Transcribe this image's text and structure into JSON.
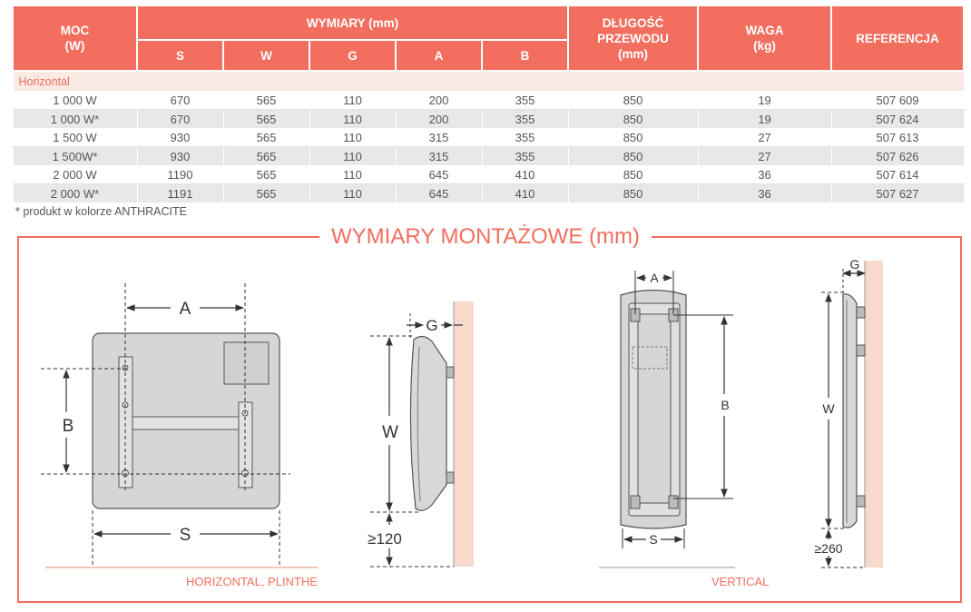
{
  "table": {
    "headers": {
      "power": [
        "MOC",
        "(W)"
      ],
      "dimensions": "WYMIARY (mm)",
      "cable": [
        "DŁUGOŚĆ",
        "PRZEWODU",
        "(mm)"
      ],
      "weight": [
        "WAGA",
        "(kg)"
      ],
      "reference": "REFERENCJA",
      "sub": [
        "S",
        "W",
        "G",
        "A",
        "B"
      ]
    },
    "group_label": "Horizontal",
    "rows": [
      {
        "power": "1 000 W",
        "S": "670",
        "W": "565",
        "G": "110",
        "A": "200",
        "B": "355",
        "cable": "850",
        "weight": "19",
        "ref": "507 609"
      },
      {
        "power": "1 000 W*",
        "S": "670",
        "W": "565",
        "G": "110",
        "A": "200",
        "B": "355",
        "cable": "850",
        "weight": "19",
        "ref": "507 624"
      },
      {
        "power": "1 500 W",
        "S": "930",
        "W": "565",
        "G": "110",
        "A": "315",
        "B": "355",
        "cable": "850",
        "weight": "27",
        "ref": "507 613"
      },
      {
        "power": "1 500W*",
        "S": "930",
        "W": "565",
        "G": "110",
        "A": "315",
        "B": "355",
        "cable": "850",
        "weight": "27",
        "ref": "507 626"
      },
      {
        "power": "2 000 W",
        "S": "1190",
        "W": "565",
        "G": "110",
        "A": "645",
        "B": "410",
        "cable": "850",
        "weight": "36",
        "ref": "507 614"
      },
      {
        "power": "2 000 W*",
        "S": "1191",
        "W": "565",
        "G": "110",
        "A": "645",
        "B": "410",
        "cable": "850",
        "weight": "36",
        "ref": "507 627"
      }
    ],
    "footnote": "* produkt w kolorze ANTHRACITE"
  },
  "mounting": {
    "title": "WYMIARY MONTAŻOWE (mm)",
    "caption_horizontal": "HORIZONTAL, PLINTHE",
    "caption_vertical": "VERTICAL",
    "labels": {
      "A": "A",
      "B": "B",
      "S": "S",
      "G": "G",
      "W": "W",
      "floor_h": "≥120",
      "floor_v": "≥260"
    }
  },
  "colors": {
    "accent": "#f26e5e",
    "wall": "#f9d9cc",
    "panel": "#d6d6d6",
    "group_bg": "#fbe9e3",
    "row_alt": "#e8e8e8"
  }
}
